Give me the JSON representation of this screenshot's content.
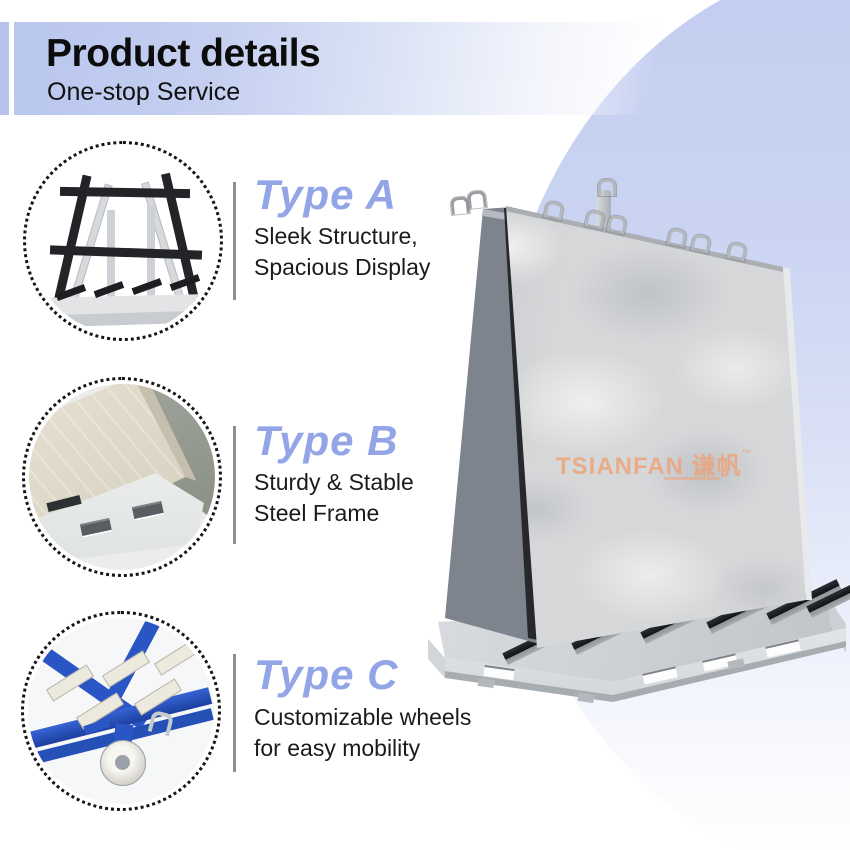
{
  "header": {
    "title": "Product details",
    "subtitle": "One-stop Service"
  },
  "features": [
    {
      "title": "Type A",
      "line1": "Sleek Structure,",
      "line2": "Spacious Display",
      "image": "a-frame-display-rack-photo"
    },
    {
      "title": "Type B",
      "line1": "Sturdy & Stable",
      "line2": "Steel Frame",
      "image": "stone-slabs-on-steel-base-photo"
    },
    {
      "title": "Type C",
      "line1": "Customizable wheels",
      "line2": "for easy mobility",
      "image": "blue-frame-caster-wheel-photo"
    }
  ],
  "product_image": {
    "watermark": "TSIANFAN 谦帆",
    "watermark_tm": "™",
    "subject": "double-sided-stone-slab-display-rack"
  },
  "colors": {
    "accent_blue_text": "#93a5e7",
    "header_gradient_start": "#b9c6ee",
    "background_circle_top": "#c3cdf0",
    "watermark": "#eda57c",
    "divider_gray": "#8f8f8f",
    "dotted_border": "#151515"
  }
}
